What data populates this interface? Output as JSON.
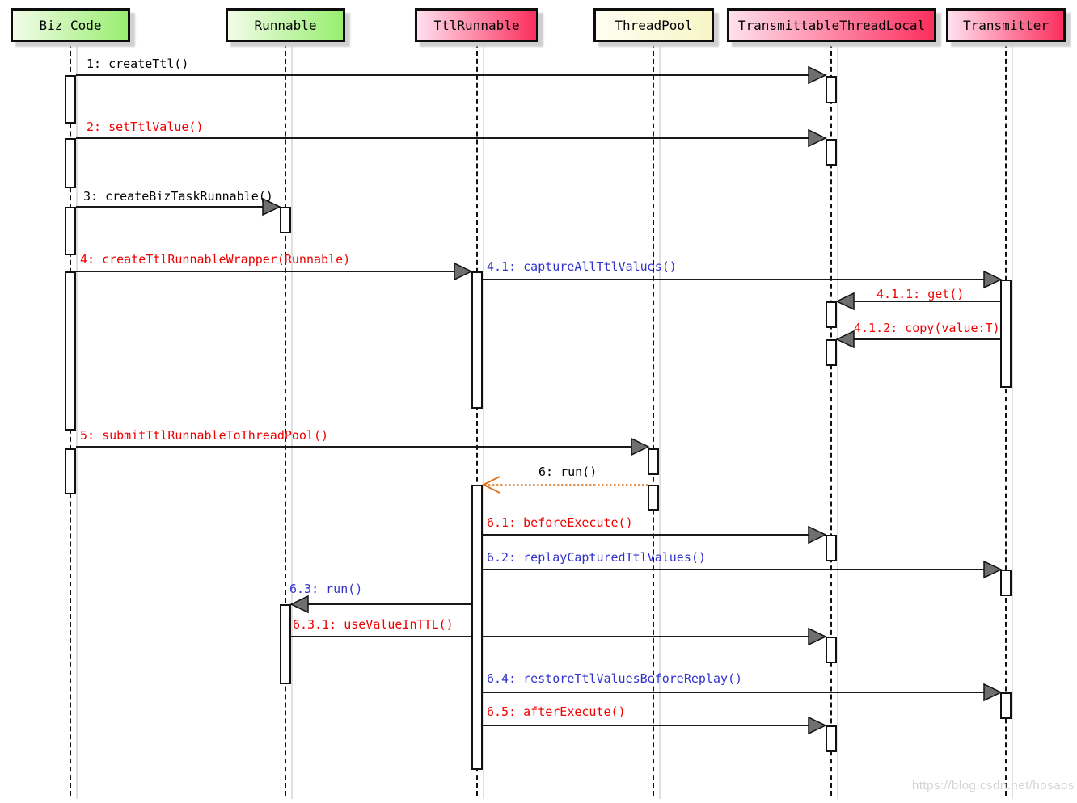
{
  "participants": [
    {
      "label": "Biz Code",
      "fill": "green"
    },
    {
      "label": "Runnable",
      "fill": "green"
    },
    {
      "label": "TtlRunnable",
      "fill": "pink"
    },
    {
      "label": "ThreadPool",
      "fill": "yellow"
    },
    {
      "label": "TransmittableThreadLocal",
      "fill": "pink"
    },
    {
      "label": "Transmitter",
      "fill": "pink"
    }
  ],
  "messages": [
    {
      "id": "1",
      "label": "1: createTtl()",
      "color": "black",
      "from": "Biz Code",
      "to": "TransmittableThreadLocal"
    },
    {
      "id": "2",
      "label": "2: setTtlValue()",
      "color": "red",
      "from": "Biz Code",
      "to": "TransmittableThreadLocal"
    },
    {
      "id": "3",
      "label": "3: createBizTaskRunnable()",
      "color": "black",
      "from": "Biz Code",
      "to": "Runnable"
    },
    {
      "id": "4",
      "label": "4: createTtlRunnableWrapper(Runnable)",
      "color": "red",
      "from": "Biz Code",
      "to": "TtlRunnable"
    },
    {
      "id": "4.1",
      "label": "4.1: captureAllTtlValues()",
      "color": "blue",
      "from": "TtlRunnable",
      "to": "Transmitter"
    },
    {
      "id": "4.1.1",
      "label": "4.1.1: get()",
      "color": "red",
      "from": "Transmitter",
      "to": "TransmittableThreadLocal"
    },
    {
      "id": "4.1.2",
      "label": "4.1.2: copy(value:T)",
      "color": "red",
      "from": "Transmitter",
      "to": "TransmittableThreadLocal"
    },
    {
      "id": "5",
      "label": "5: submitTtlRunnableToThreadPool()",
      "color": "red",
      "from": "Biz Code",
      "to": "ThreadPool"
    },
    {
      "id": "6",
      "label": "6: run()",
      "color": "black",
      "from": "ThreadPool",
      "to": "TtlRunnable"
    },
    {
      "id": "6.1",
      "label": "6.1: beforeExecute()",
      "color": "red",
      "from": "TtlRunnable",
      "to": "TransmittableThreadLocal"
    },
    {
      "id": "6.2",
      "label": "6.2: replayCapturedTtlValues()",
      "color": "blue",
      "from": "TtlRunnable",
      "to": "Transmitter"
    },
    {
      "id": "6.3",
      "label": "6.3: run()",
      "color": "blue",
      "from": "TtlRunnable",
      "to": "Runnable"
    },
    {
      "id": "6.3.1",
      "label": "6.3.1: useValueInTTL()",
      "color": "red",
      "from": "Runnable",
      "to": "TransmittableThreadLocal"
    },
    {
      "id": "6.4",
      "label": "6.4: restoreTtlValuesBeforeReplay()",
      "color": "blue",
      "from": "TtlRunnable",
      "to": "Transmitter"
    },
    {
      "id": "6.5",
      "label": "6.5: afterExecute()",
      "color": "red",
      "from": "TtlRunnable",
      "to": "TransmittableThreadLocal"
    }
  ],
  "colors": {
    "message_black": "#000000",
    "message_red": "#f20000",
    "message_blue": "#3333cc",
    "async_orange": "#e0731c",
    "arrowhead_fill": "#6f6f6f",
    "green_gradient_start": "#f2fce8",
    "green_gradient_end": "#98ee70",
    "pink_gradient_start": "#ffe0ee",
    "pink_gradient_end": "#fb2f5e",
    "yellow_gradient_start": "#fffef2",
    "yellow_gradient_end": "#f8f6c6",
    "shadow_gray": "#cfcfcf"
  },
  "watermark": "https://blog.csdn.net/hosaos"
}
